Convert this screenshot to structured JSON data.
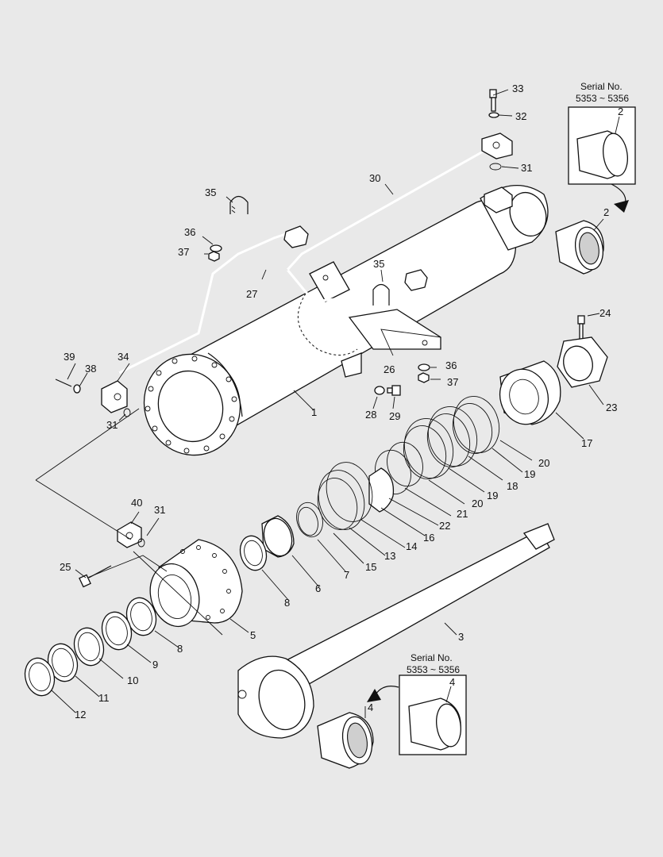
{
  "callouts": [
    {
      "id": "c33",
      "text": "33"
    },
    {
      "id": "c32",
      "text": "32"
    },
    {
      "id": "c31a",
      "text": "31"
    },
    {
      "id": "c30",
      "text": "30"
    },
    {
      "id": "c35a",
      "text": "35"
    },
    {
      "id": "c36a",
      "text": "36"
    },
    {
      "id": "c37a",
      "text": "37"
    },
    {
      "id": "c27",
      "text": "27"
    },
    {
      "id": "c35b",
      "text": "35"
    },
    {
      "id": "c2",
      "text": "2"
    },
    {
      "id": "c24",
      "text": "24"
    },
    {
      "id": "c39",
      "text": "39"
    },
    {
      "id": "c38",
      "text": "38"
    },
    {
      "id": "c34",
      "text": "34"
    },
    {
      "id": "c31b",
      "text": "31"
    },
    {
      "id": "c1",
      "text": "1"
    },
    {
      "id": "c36b",
      "text": "36"
    },
    {
      "id": "c37b",
      "text": "37"
    },
    {
      "id": "c26",
      "text": "26"
    },
    {
      "id": "c28",
      "text": "28"
    },
    {
      "id": "c29",
      "text": "29"
    },
    {
      "id": "c23",
      "text": "23"
    },
    {
      "id": "c17",
      "text": "17"
    },
    {
      "id": "c20a",
      "text": "20"
    },
    {
      "id": "c19a",
      "text": "19"
    },
    {
      "id": "c18",
      "text": "18"
    },
    {
      "id": "c20b",
      "text": "20"
    },
    {
      "id": "c19b",
      "text": "19"
    },
    {
      "id": "c21",
      "text": "21"
    },
    {
      "id": "c22",
      "text": "22"
    },
    {
      "id": "c16",
      "text": "16"
    },
    {
      "id": "c14",
      "text": "14"
    },
    {
      "id": "c13",
      "text": "13"
    },
    {
      "id": "c15",
      "text": "15"
    },
    {
      "id": "c7",
      "text": "7"
    },
    {
      "id": "c6",
      "text": "6"
    },
    {
      "id": "c8a",
      "text": "8"
    },
    {
      "id": "c40",
      "text": "40"
    },
    {
      "id": "c31c",
      "text": "31"
    },
    {
      "id": "c25",
      "text": "25"
    },
    {
      "id": "c5",
      "text": "5"
    },
    {
      "id": "c3",
      "text": "3"
    },
    {
      "id": "c8b",
      "text": "8"
    },
    {
      "id": "c9",
      "text": "9"
    },
    {
      "id": "c10",
      "text": "10"
    },
    {
      "id": "c11",
      "text": "11"
    },
    {
      "id": "c12",
      "text": "12"
    },
    {
      "id": "c4a",
      "text": "4"
    },
    {
      "id": "c4b",
      "text": "4"
    },
    {
      "id": "c2b",
      "text": "2"
    }
  ],
  "inset_top": {
    "title": "Serial No.",
    "range": "5353 ~ 5356",
    "part": "2"
  },
  "inset_bottom": {
    "title": "Serial No.",
    "range": "5353 ~ 5356",
    "part": "4"
  },
  "colors": {
    "background": "#e9e9e9",
    "line": "#111111",
    "fill": "#ffffff"
  }
}
